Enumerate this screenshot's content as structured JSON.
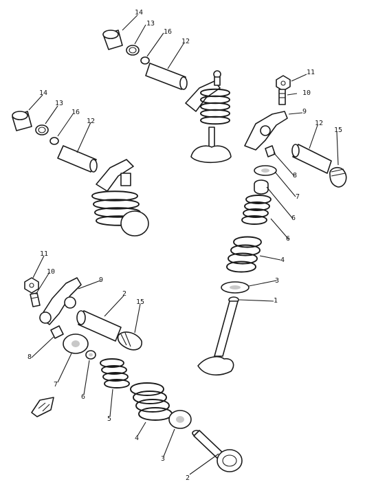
{
  "callouts": [
    {
      "id": "c-14-top",
      "text": "14"
    },
    {
      "id": "c-13-top",
      "text": "13"
    },
    {
      "id": "c-16-top",
      "text": "16"
    },
    {
      "id": "c-12-top",
      "text": "12"
    },
    {
      "id": "c-14-mid",
      "text": "14"
    },
    {
      "id": "c-13-mid",
      "text": "13"
    },
    {
      "id": "c-16-mid",
      "text": "16"
    },
    {
      "id": "c-12-mid",
      "text": "12"
    },
    {
      "id": "c-11-right",
      "text": "11"
    },
    {
      "id": "c-10-right",
      "text": "10"
    },
    {
      "id": "c-9-right",
      "text": "9"
    },
    {
      "id": "c-12-right",
      "text": "12"
    },
    {
      "id": "c-15-right",
      "text": "15"
    },
    {
      "id": "c-8-right",
      "text": "8"
    },
    {
      "id": "c-7-right",
      "text": "7"
    },
    {
      "id": "c-6-right-a",
      "text": "6"
    },
    {
      "id": "c-6-right-b",
      "text": "6"
    },
    {
      "id": "c-4-right",
      "text": "4"
    },
    {
      "id": "c-3-right",
      "text": "3"
    },
    {
      "id": "c-1-right",
      "text": "1"
    },
    {
      "id": "c-11-left",
      "text": "11"
    },
    {
      "id": "c-10-left",
      "text": "10"
    },
    {
      "id": "c-9-left",
      "text": "9"
    },
    {
      "id": "c-2-left",
      "text": "2"
    },
    {
      "id": "c-15-left",
      "text": "15"
    },
    {
      "id": "c-8-left",
      "text": "8"
    },
    {
      "id": "c-7-left",
      "text": "7"
    },
    {
      "id": "c-6-left",
      "text": "6"
    },
    {
      "id": "c-5-left",
      "text": "5"
    },
    {
      "id": "c-4-left",
      "text": "4"
    },
    {
      "id": "c-3-left",
      "text": "3"
    },
    {
      "id": "c-2-bottom",
      "text": "2"
    }
  ]
}
